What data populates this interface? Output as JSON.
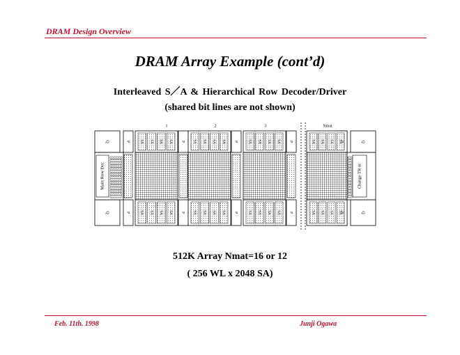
{
  "header": {
    "section_title": "DRAM Design Overview"
  },
  "slide": {
    "title": "DRAM Array Example (cont’d)",
    "subtitle_line1": "Interleaved S／A & Hierarchical Row Decoder/Driver",
    "subtitle_line2": "(shared bit lines are not shown)"
  },
  "diagram": {
    "mat_labels": [
      "1",
      "2",
      "3",
      "Nmat"
    ],
    "q_label": "Q",
    "p_label": "P",
    "sa_label": "SA",
    "left_block_label": "Main Row Dec",
    "right_block_label": "Change TR or"
  },
  "caption": {
    "line1": "512K Array  Nmat=16 or 12",
    "line2": "( 256 WL x 2048 SA)"
  },
  "footer": {
    "date": "Feb.  11th. 1998",
    "author": "Junji  Ogawa"
  },
  "colors": {
    "accent": "#c8102e"
  }
}
